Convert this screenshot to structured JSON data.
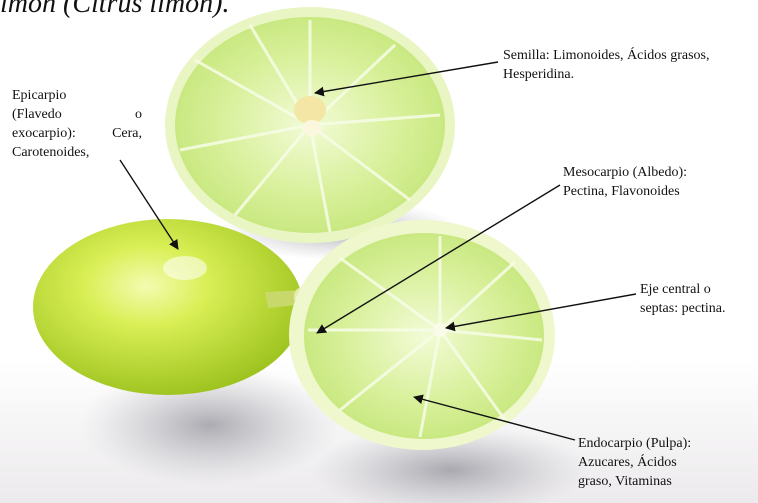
{
  "title": "imon (Citrus limon).",
  "labels": {
    "epicarpio": {
      "line1": "Epicarpio",
      "line2": "(Flavedo",
      "line2_end": "o",
      "line3": "exocarpio):",
      "line3_end": "Cera,",
      "line4": "Carotenoides,"
    },
    "semilla": {
      "line1": "Semilla: Limonoides, Ácidos grasos,",
      "line2": "Hesperidina."
    },
    "mesocarpio": {
      "line1": "Mesocarpio (Albedo):",
      "line2": "Pectina, Flavonoides"
    },
    "eje_central": {
      "line1": "Eje central o",
      "line2": "septas: pectina."
    },
    "endocarpio": {
      "line1": "Endocarpio (Pulpa):",
      "line2": "Azucares, Ácidos",
      "line3": "graso, Vitaminas"
    }
  },
  "colors": {
    "peel": "#c8e83a",
    "flesh": "#d6ef9a",
    "rind": "#f1f8cc",
    "arrow": "#111111",
    "shadow": "#9a9aa4"
  }
}
